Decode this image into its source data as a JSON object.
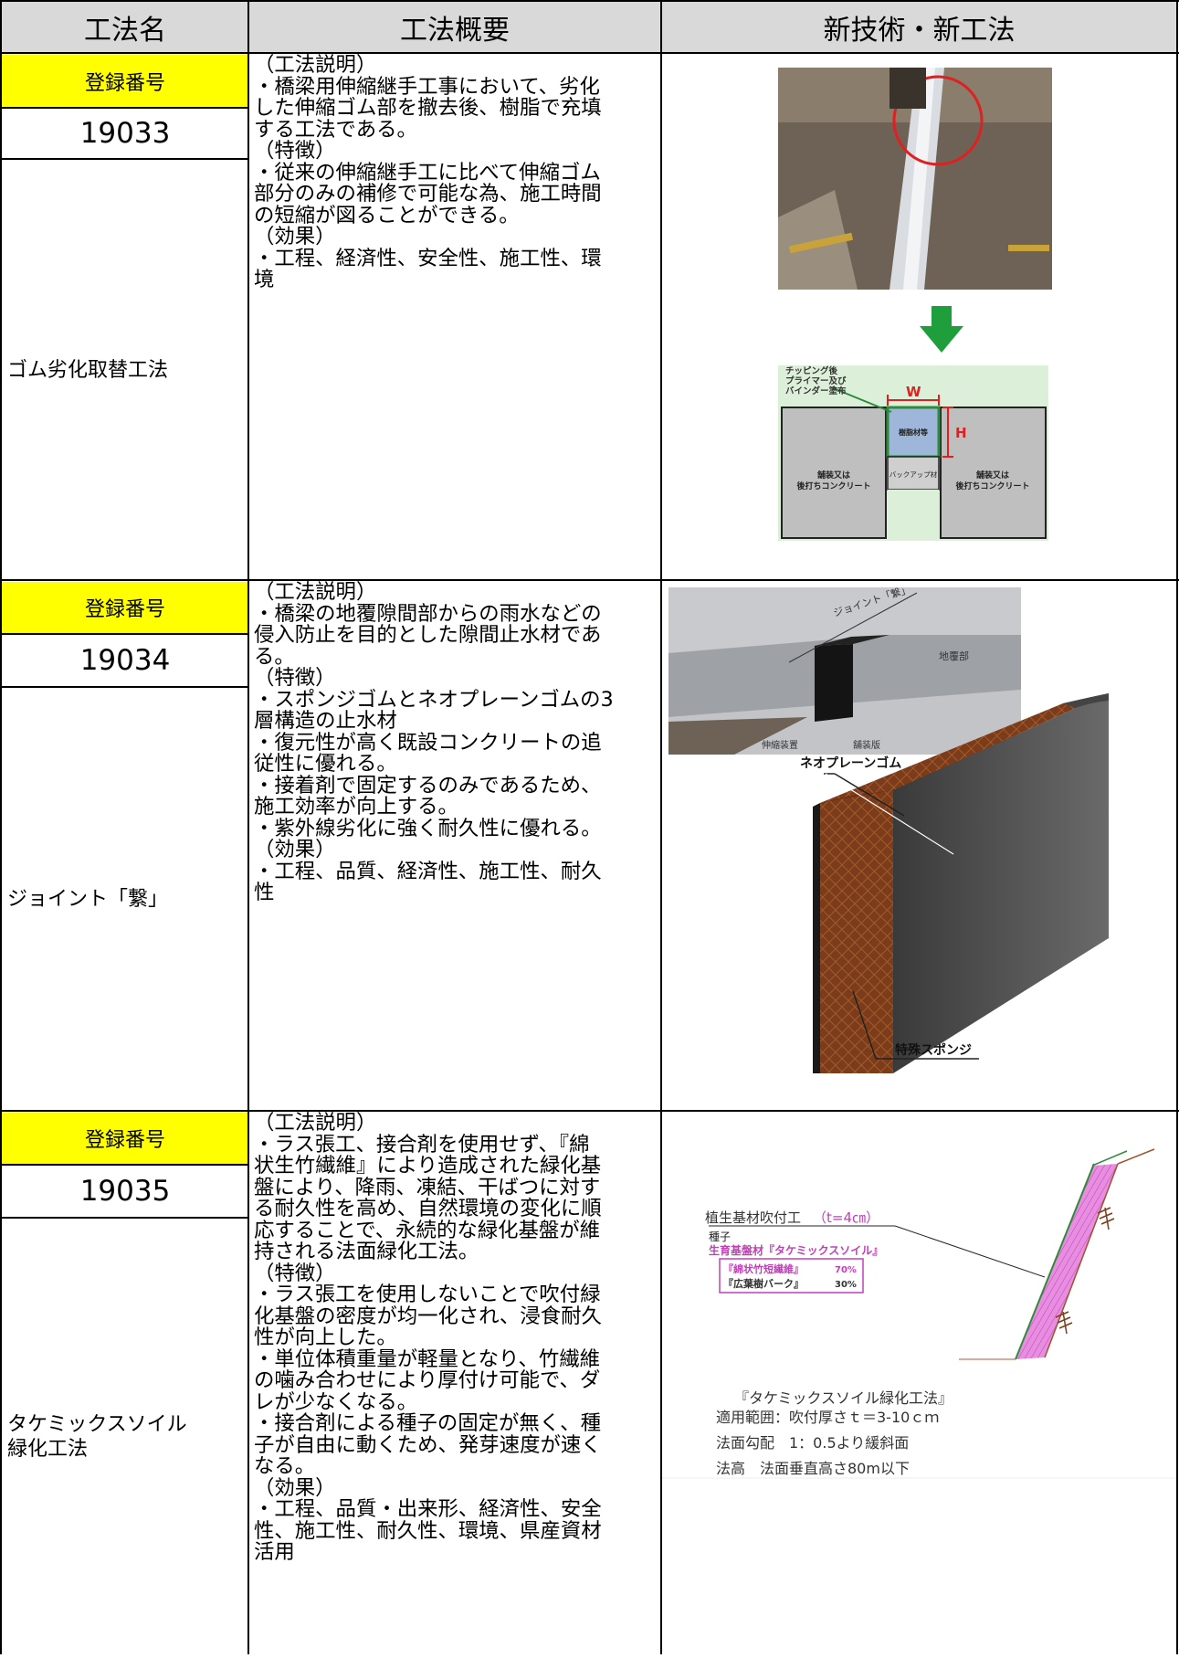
{
  "header": {
    "col_name": "工法名",
    "col_summary": "工法概要",
    "col_tech": "新技術・新工法"
  },
  "rows": [
    {
      "reg_label": "登録番号",
      "reg_no": "19033",
      "name_lines": [
        "ゴム劣化取替工法"
      ],
      "desc_lines": [
        "（工法説明）",
        "・橋梁用伸縮継手工事において、劣化",
        "した伸縮ゴム部を撤去後、樹脂で充填",
        "する工法である。",
        "（特徴）",
        "・従来の伸縮継手工に比べて伸縮ゴム",
        "部分のみの補修で可能な為、施工時間",
        "の短縮が図ることができる。",
        "（効果）",
        "・工程、経済性、安全性、施工性、環",
        "境"
      ],
      "figure": {
        "diagram_note": "チッピング後\nプライマー及び\nバインダー塗布",
        "w_label": "W",
        "h_label": "H",
        "resin_label": "樹脂材等",
        "backup_label": "バックアップ材",
        "left_block": "舗装又は\n後打ちコンクリート",
        "right_block": "舗装又は\n後打ちコンクリート"
      }
    },
    {
      "reg_label": "登録番号",
      "reg_no": "19034",
      "name_lines": [
        "ジョイント「繋」"
      ],
      "desc_lines": [
        "（工法説明）",
        "・橋梁の地覆隙間部からの雨水などの",
        "侵入防止を目的とした隙間止水材であ",
        "る。",
        "（特徴）",
        "・スポンジゴムとネオプレーンゴムの3",
        "層構造の止水材",
        "・復元性が高く既設コンクリートの追",
        "従性に優れる。",
        "・接着剤で固定するのみであるため、",
        "施工効率が向上する。",
        "・紫外線劣化に強く耐久性に優れる。",
        "（効果）",
        "・工程、品質、経済性、施工性、耐久",
        "性"
      ],
      "figure": {
        "joint_label": "ジョイント「繋」",
        "curb_label": "地覆部",
        "expansion_label": "伸縮装置",
        "pavement_label": "舗装版",
        "neoprene_label": "ネオプレーンゴム",
        "sponge_label": "特殊スポンジ"
      }
    },
    {
      "reg_label": "登録番号",
      "reg_no": "19035",
      "name_lines": [
        "タケミックスソイル",
        "緑化工法"
      ],
      "desc_lines": [
        "（工法説明）",
        "・ラス張工、接合剤を使用せず、『綿",
        "状生竹繊維』により造成された緑化基",
        "盤により、降雨、凍結、干ばつに対す",
        "る耐久性を高め、自然環境の変化に順",
        "応することで、永続的な緑化基盤が維",
        "持される法面緑化工法。",
        "（特徴）",
        "・ラス張工を使用しないことで吹付緑",
        "化基盤の密度が均一化され、浸食耐久",
        "性が向上した。",
        "・単位体積重量が軽量となり、竹繊維",
        "の噛み合わせにより厚付け可能で、ダ",
        "レが少なくなる。",
        "・接合剤による種子の固定が無く、種",
        "子が自由に動くため、発芽速度が速く",
        "なる。",
        "（効果）",
        "・工程、品質・出来形、経済性、安全",
        "性、施工性、耐久性、環境、県産資材",
        "活用"
      ],
      "figure": {
        "title": "植生基材吹付工",
        "thickness": "（t=4㎝）",
        "seed_label": "種子",
        "base_label": "生育基盤材『タケミックスソイル』",
        "mix1_name": "『綿状竹短繊維』",
        "mix1_pct": "70%",
        "mix2_name": "『広葉樹バーク』",
        "mix2_pct": "30%",
        "method_name": "『タケミックスソイル緑化工法』",
        "range": "適用範囲：吹付厚さｔ＝3-10ｃｍ",
        "slope": "法面勾配　1：0.5より緩斜面",
        "height": "法高　法面垂直高さ80m以下"
      }
    }
  ],
  "colors": {
    "header_bg": "#d9d9d9",
    "reg_label_bg": "#ffff00",
    "arrow_green": "#1f9e3c",
    "magenta": "#e040c8"
  }
}
